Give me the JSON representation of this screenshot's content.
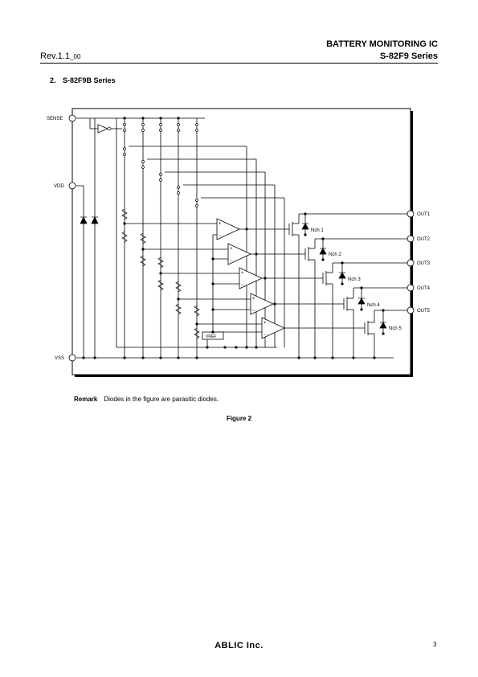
{
  "header": {
    "title": "BATTERY MONITORING IC",
    "revision": "Rev.1.1",
    "revision_suffix": "_00",
    "series": "S-82F9 Series"
  },
  "section": {
    "number": "2.",
    "title": "S-82F9B Series"
  },
  "circuit": {
    "pins_left": [
      "SENSE",
      "VDD",
      "VSS"
    ],
    "pins_right": [
      "OUT1",
      "OUT2",
      "OUT3",
      "OUT4",
      "OUT5"
    ],
    "transistors": [
      "Nch 1",
      "Nch 2",
      "Nch 3",
      "Nch 4",
      "Nch 5"
    ],
    "vref_label": "VREF"
  },
  "remark": {
    "label": "Remark",
    "text": "Diodes in the figure are parasitic diodes."
  },
  "figure_caption": "Figure 2",
  "footer": {
    "logo": "ABLIC Inc.",
    "page": "3"
  }
}
